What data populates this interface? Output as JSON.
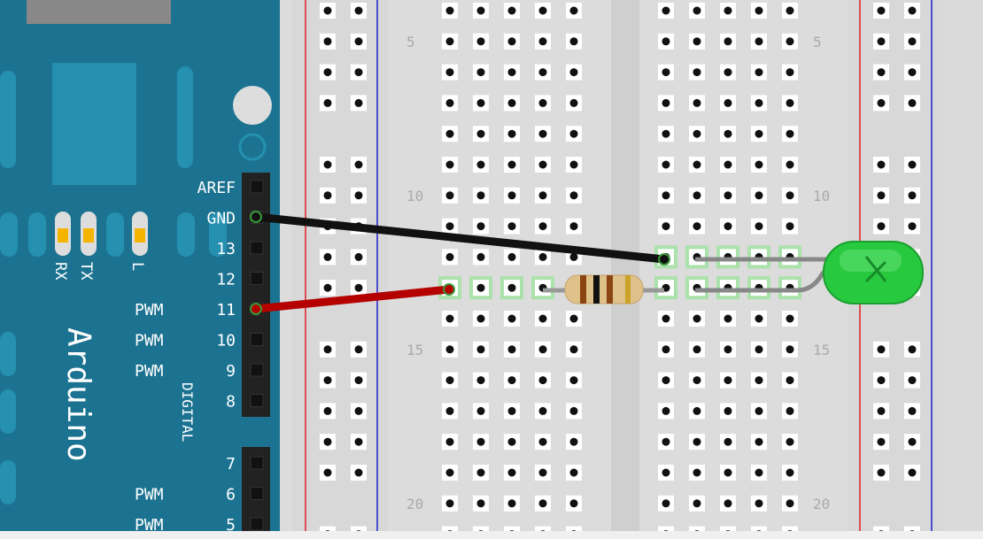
{
  "arduino": {
    "brand": "Arduino",
    "section_label": "DIGITAL",
    "header_pins": [
      {
        "label": "AREF",
        "pwm": false
      },
      {
        "label": "GND",
        "pwm": false
      },
      {
        "label": "13",
        "pwm": false
      },
      {
        "label": "12",
        "pwm": false
      },
      {
        "label": "11",
        "pwm": true
      },
      {
        "label": "10",
        "pwm": true
      },
      {
        "label": "9",
        "pwm": true
      },
      {
        "label": "8",
        "pwm": false
      }
    ],
    "header_pins_lower": [
      {
        "label": "7",
        "pwm": false
      },
      {
        "label": "6",
        "pwm": true
      },
      {
        "label": "5",
        "pwm": true
      }
    ],
    "pwm_label": "PWM",
    "leds": [
      {
        "label": "RX"
      },
      {
        "label": "TX"
      },
      {
        "label": "L"
      }
    ]
  },
  "breadboard": {
    "row_numbers": [
      "5",
      "10",
      "15",
      "20"
    ]
  },
  "colors": {
    "board": "#1c7391",
    "breadboard": "#dedede",
    "wire_gnd": "#111111",
    "wire_signal": "#b50000",
    "led": "#27c93f",
    "highlight": "#9fe39f"
  },
  "components": {
    "led_color": "green",
    "resistor_bands": [
      "brown",
      "black",
      "brown",
      "gold"
    ]
  }
}
